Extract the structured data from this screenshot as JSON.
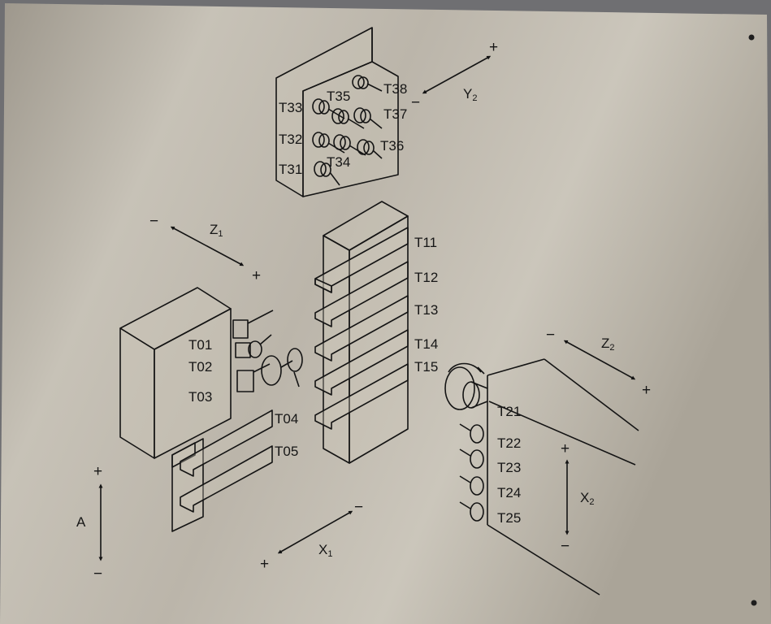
{
  "tools": {
    "t01": "T01",
    "t02": "T02",
    "t03": "T03",
    "t04": "T04",
    "t05": "T05",
    "t11": "T11",
    "t12": "T12",
    "t13": "T13",
    "t14": "T14",
    "t15": "T15",
    "t21": "T21",
    "t22": "T22",
    "t23": "T23",
    "t24": "T24",
    "t25": "T25",
    "t31": "T31",
    "t32": "T32",
    "t33": "T33",
    "t34": "T34",
    "t35": "T35",
    "t36": "T36",
    "t37": "T37",
    "t38": "T38"
  },
  "axes": {
    "z1": {
      "base": "Z",
      "sub": "1",
      "plus": "+",
      "minus": "−"
    },
    "z2": {
      "base": "Z",
      "sub": "2",
      "plus": "+",
      "minus": "−"
    },
    "y2": {
      "base": "Y",
      "sub": "2",
      "plus": "+",
      "minus": "−"
    },
    "x1": {
      "base": "X",
      "sub": "1",
      "plus": "+",
      "minus": "−"
    },
    "x2": {
      "base": "X",
      "sub": "2",
      "plus": "+",
      "minus": "−"
    },
    "a": {
      "base": "A",
      "plus": "+",
      "minus": "−"
    }
  },
  "colors": {
    "plate": "#b9b4a9",
    "ink": "#141414",
    "background": "#6f6f72"
  }
}
